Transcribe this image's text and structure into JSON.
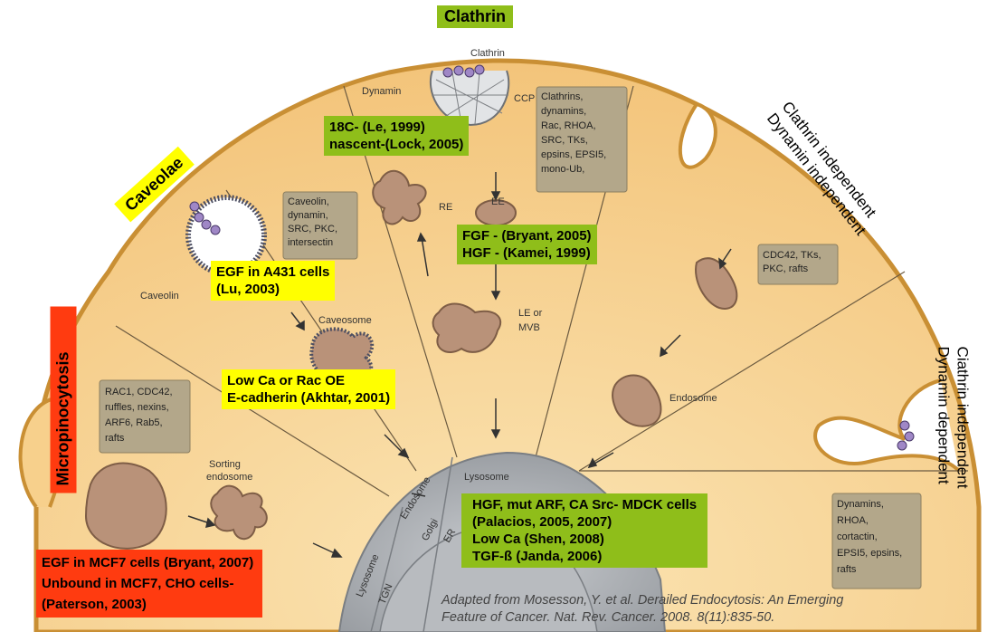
{
  "titles": {
    "clathrin": "Clathrin",
    "caveolae": "Caveolae",
    "micropinocytosis": "Micropinocytosis"
  },
  "side_labels": {
    "ci_di": [
      "Clathrin independent",
      "Dynamin independent"
    ],
    "ci_dd": [
      "Ciathrin independent",
      "Dynamin dependent"
    ]
  },
  "diagram_labels": {
    "clathrin_small": "Clathrin",
    "dynamin": "Dynamin",
    "ccp": "CCP",
    "re": "RE",
    "ee": "EE",
    "le_mvb": [
      "LE or",
      "MVB"
    ],
    "caveolin": "Caveolin",
    "caveosome": "Caveosome",
    "endosome": "Endosome",
    "sorting_endosome": [
      "Sorting",
      "endosome"
    ],
    "lysosome_center": "Lysosome",
    "endosome_center": "Endosome",
    "golgi": "Golgi",
    "er": "ER",
    "lysosome_left": "Lysosome",
    "tgn": "TGN"
  },
  "protein_boxes": {
    "clathrin_box": [
      "Clathrins,",
      "dynamins,",
      "Rac, RHOA,",
      "SRC, TKs,",
      "epsins, EPSI5,",
      "mono-Ub,"
    ],
    "caveolae_box": [
      "Caveolin,",
      "dynamin,",
      "SRC, PKC,",
      "intersectin"
    ],
    "cdc42_box": [
      "CDC42, TKs,",
      "PKC, rafts"
    ],
    "macro_box": [
      "RAC1, CDC42,",
      "ruffles, nexins,",
      "ARF6, Rab5,",
      "rafts"
    ],
    "dyn_box": [
      "Dynamins,",
      "RHOA,",
      "cortactin,",
      "EPSI5, epsins,",
      "rafts"
    ]
  },
  "highlight_boxes": {
    "clathrin_18c": [
      "18C- (Le, 1999)",
      "nascent-(Lock, 2005)"
    ],
    "fgf_hgf": [
      "FGF - (Bryant, 2005)",
      "HGF - (Kamei, 1999)"
    ],
    "egf_a431": [
      "EGF in A431 cells",
      "(Lu, 2003)"
    ],
    "low_ca": [
      "Low Ca or Rac OE",
      "E-cadherin (Akhtar, 2001)"
    ],
    "hgf_mdck": [
      "HGF, mut ARF, CA Src- MDCK cells",
      "(Palacios, 2005, 2007)",
      "Low Ca (Shen, 2008)",
      "TGF-ß (Janda, 2006)"
    ],
    "egf_mcf7": [
      "EGF in MCF7 cells (Bryant, 2007)",
      "Unbound in MCF7, CHO cells-",
      "(Paterson, 2003)"
    ]
  },
  "citation": [
    "Adapted from Mosesson, Y. et al. Derailed Endocytosis:  An Emerging",
    "Feature of Cancer.  Nat. Rev. Cancer. 2008. 8(11):835-50."
  ],
  "colors": {
    "cell_fill": "#f7d08c",
    "cell_edge": "#c98f34",
    "center_gray": "#9fa3a8",
    "protein_box": "#b3a78a",
    "green": "#8fbe1a",
    "yellow": "#ffff00",
    "red": "#ff3b10",
    "vesicle": "#b99279",
    "bead": "#9f87c6"
  }
}
